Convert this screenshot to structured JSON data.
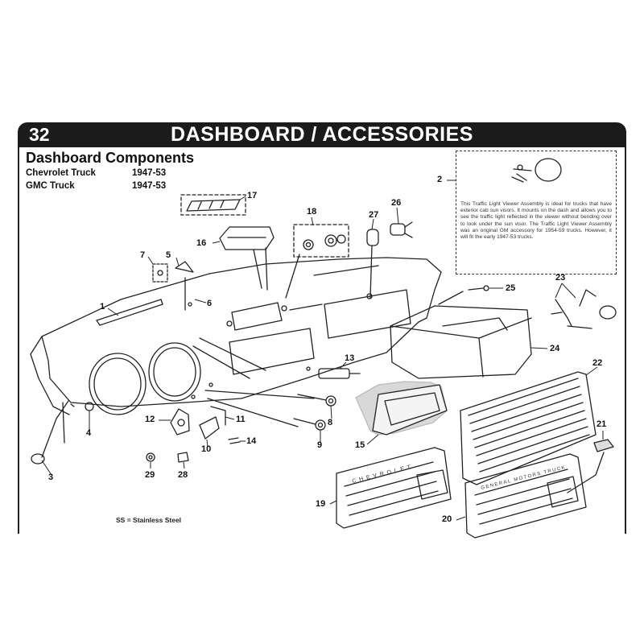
{
  "page": {
    "number": "32",
    "title": "DASHBOARD / ACCESSORIES"
  },
  "section": {
    "title": "Dashboard Components",
    "applications": [
      {
        "model": "Chevrolet Truck",
        "years": "1947-53"
      },
      {
        "model": "GMC Truck",
        "years": "1947-53"
      }
    ]
  },
  "note": {
    "text": "This Traffic Light Viewer Assembly is ideal for trucks that have exterior cab sun visors. It mounts on the dash and allows you to see the traffic light reflected in the viewer without bending over to look under the sun visor. The Traffic Light Viewer Assembly was an original GM accessory for 1954-59 trucks. However, it will fit the early 1947-53 trucks."
  },
  "legend": "SS = Stainless Steel",
  "grille_text": {
    "chevrolet": "CHEVROLET",
    "gmc": "GENERAL MOTORS TRUCK"
  },
  "callouts": [
    "1",
    "2",
    "3",
    "4",
    "5",
    "6",
    "7",
    "8",
    "9",
    "10",
    "11",
    "12",
    "13",
    "14",
    "15",
    "16",
    "17",
    "18",
    "19",
    "20",
    "21",
    "22",
    "23",
    "24",
    "25",
    "26",
    "27",
    "28",
    "29"
  ]
}
